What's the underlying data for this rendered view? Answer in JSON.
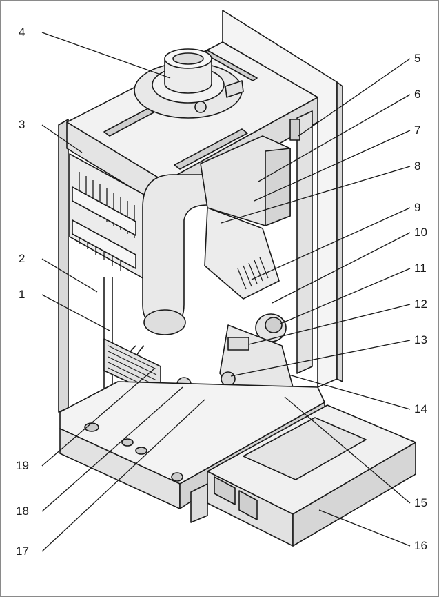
{
  "callouts": [
    {
      "id": "c1",
      "label": "1"
    },
    {
      "id": "c2",
      "label": "2"
    },
    {
      "id": "c3",
      "label": "3"
    },
    {
      "id": "c4",
      "label": "4"
    },
    {
      "id": "c5",
      "label": "5"
    },
    {
      "id": "c6",
      "label": "6"
    },
    {
      "id": "c7",
      "label": "7"
    },
    {
      "id": "c8",
      "label": "8"
    },
    {
      "id": "c9",
      "label": "9"
    },
    {
      "id": "c10",
      "label": "10"
    },
    {
      "id": "c11",
      "label": "11"
    },
    {
      "id": "c12",
      "label": "12"
    },
    {
      "id": "c13",
      "label": "13"
    },
    {
      "id": "c14",
      "label": "14"
    },
    {
      "id": "c15",
      "label": "15"
    },
    {
      "id": "c16",
      "label": "16"
    },
    {
      "id": "c17",
      "label": "17"
    },
    {
      "id": "c18",
      "label": "18"
    },
    {
      "id": "c19",
      "label": "19"
    }
  ],
  "colors": {
    "line": "#1a1a1a",
    "fill": "#ededed",
    "shade": "#cfcfcf",
    "paper": "#ffffff"
  }
}
